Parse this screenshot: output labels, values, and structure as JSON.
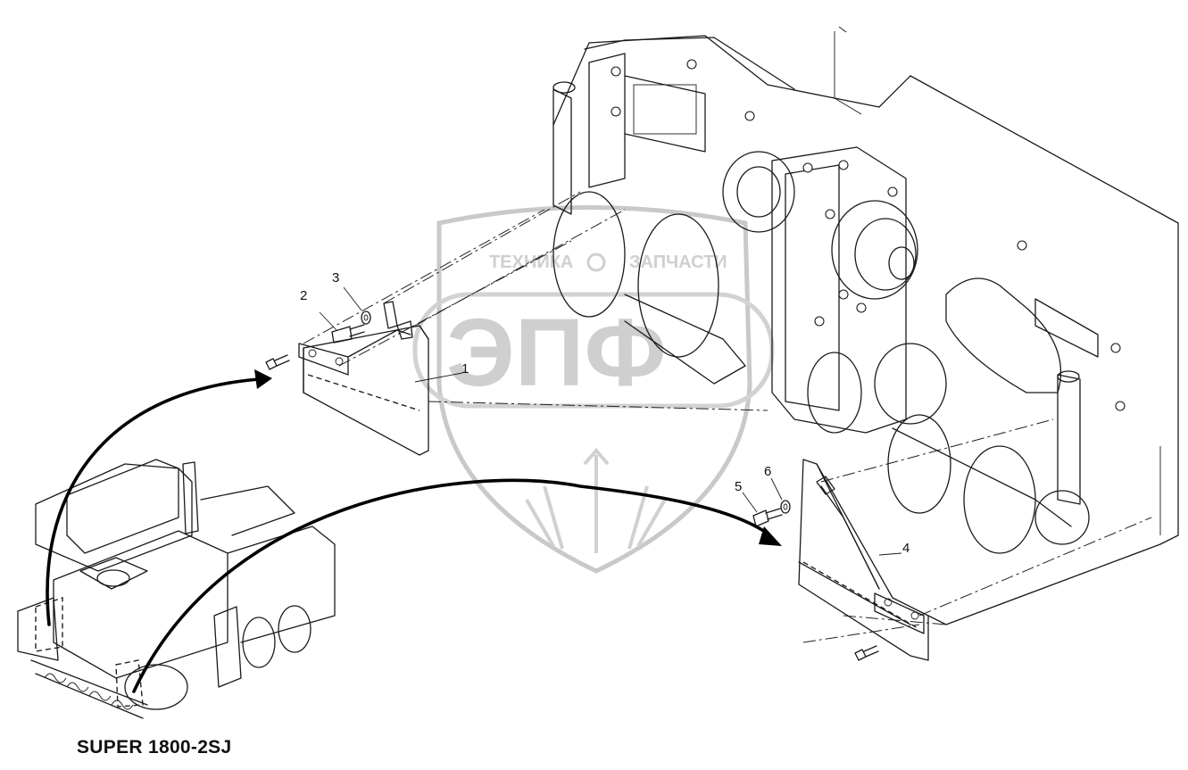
{
  "model_label": "SUPER 1800-2SJ",
  "callouts": [
    "1",
    "2",
    "3",
    "4",
    "5",
    "6"
  ],
  "watermark": {
    "top_text_left": "ТЕХНИКА",
    "top_text_right": "ЗАПЧАСТИ",
    "logo_text": "ЭПФ"
  },
  "colors": {
    "line": "#1a1a1a",
    "watermark": "#c9c9c9"
  }
}
